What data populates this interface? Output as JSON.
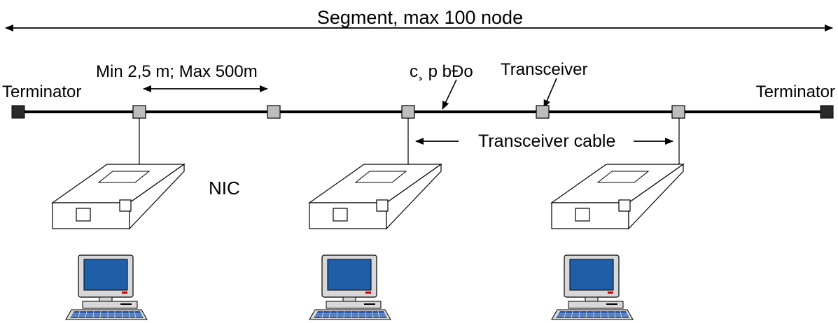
{
  "labels": {
    "segment": "Segment, max 100 node",
    "distance": "Min 2,5 m; Max 500m",
    "terminator_left": "Terminator",
    "terminator_right": "Terminator",
    "cable": "c¸ p bÐo",
    "transceiver": "Transceiver",
    "transceiver_cable": "Transceiver cable",
    "nic": "NIC"
  },
  "colors": {
    "line": "#000000",
    "terminator": "#2a2a2a",
    "transceiver": "#bdbdbd",
    "screen": "#1f5fa8",
    "computer_body": "#d8d8d8",
    "keyboard_keys": "#2a5db0",
    "power_led": "#cc0000"
  },
  "icons": [
    "terminator-icon",
    "transceiver-icon",
    "nic-card-icon",
    "computer-icon"
  ]
}
